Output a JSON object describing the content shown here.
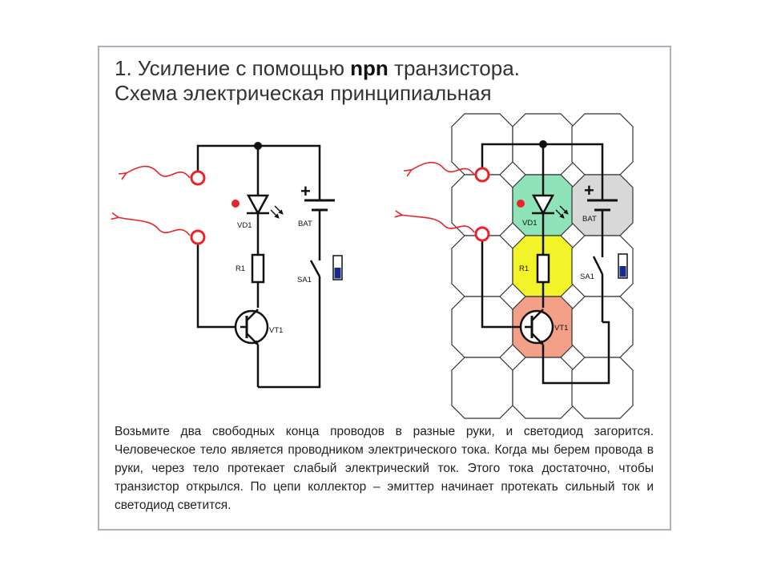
{
  "slide": {
    "title_line1_prefix": "1. Усиление с помощью ",
    "title_line1_bold": "npn",
    "title_line1_suffix": " транзистора.",
    "title_line2": "Схема электрическая принципиальная",
    "description": "Возьмите два свободных конца проводов в разные руки, и светодиод загорится. Человеческое тело является проводником электрического тока. Когда мы берем провода в руки, через тело протекает слабый электрический ток. Этого тока достаточно, чтобы транзистор открылся. По цепи коллектор – эмиттер начинает протекать сильный ток и светодиод светится."
  },
  "schematic": {
    "vd1": "VD1",
    "bat": "BAT",
    "r1": "R1",
    "sa1": "SA1",
    "vt1": "VT1",
    "plus": "+"
  },
  "board": {
    "vd1": "VD1",
    "bat": "BAT",
    "r1": "R1",
    "sa1": "SA1",
    "vt1": "VT1",
    "plus": "+"
  },
  "colors": {
    "wire": "#111111",
    "terminal": "#e8242a",
    "led_dot": "#e8242a",
    "switch_blue": "#1a2a8a",
    "cell_led": "#8fe3b8",
    "cell_resistor": "#f3f32a",
    "cell_transistor": "#f4a088",
    "cell_battery": "#d8d8d8",
    "frame": "#aab3bd"
  }
}
